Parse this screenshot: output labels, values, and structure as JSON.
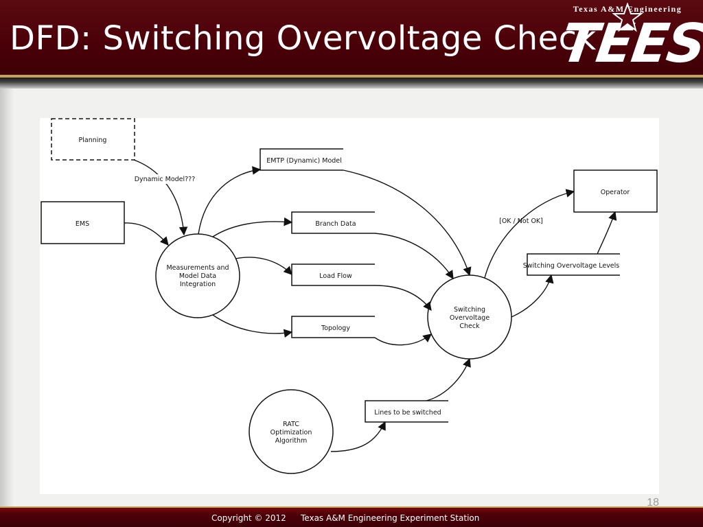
{
  "slide": {
    "title": "DFD: Switching Overvoltage Check",
    "page_number": "18"
  },
  "logo": {
    "subtitle": "Texas A&M Engineering",
    "mark": "TEES"
  },
  "footer": {
    "copyright": "Copyright © 2012",
    "organization": "Texas A&M Engineering Experiment Station"
  },
  "diagram": {
    "external_entities": {
      "planning": "Planning",
      "ems": "EMS",
      "operator": "Operator"
    },
    "processes": {
      "integration": [
        "Measurements and",
        "Model Data",
        "Integration"
      ],
      "switching_check": [
        "Switching",
        "Overvoltage",
        "Check"
      ],
      "ratc": [
        "RATC",
        "Optimization",
        "Algorithm"
      ]
    },
    "data_stores": {
      "emtp": "EMTP (Dynamic) Model",
      "branch": "Branch Data",
      "loadflow": "Load Flow",
      "topology": "Topology",
      "levels": "Switching Overvoltage Levels",
      "lines": "Lines to be switched"
    },
    "flow_labels": {
      "dynamic_model": "Dynamic Model???",
      "ok_not_ok": "[OK / Not OK]"
    }
  }
}
